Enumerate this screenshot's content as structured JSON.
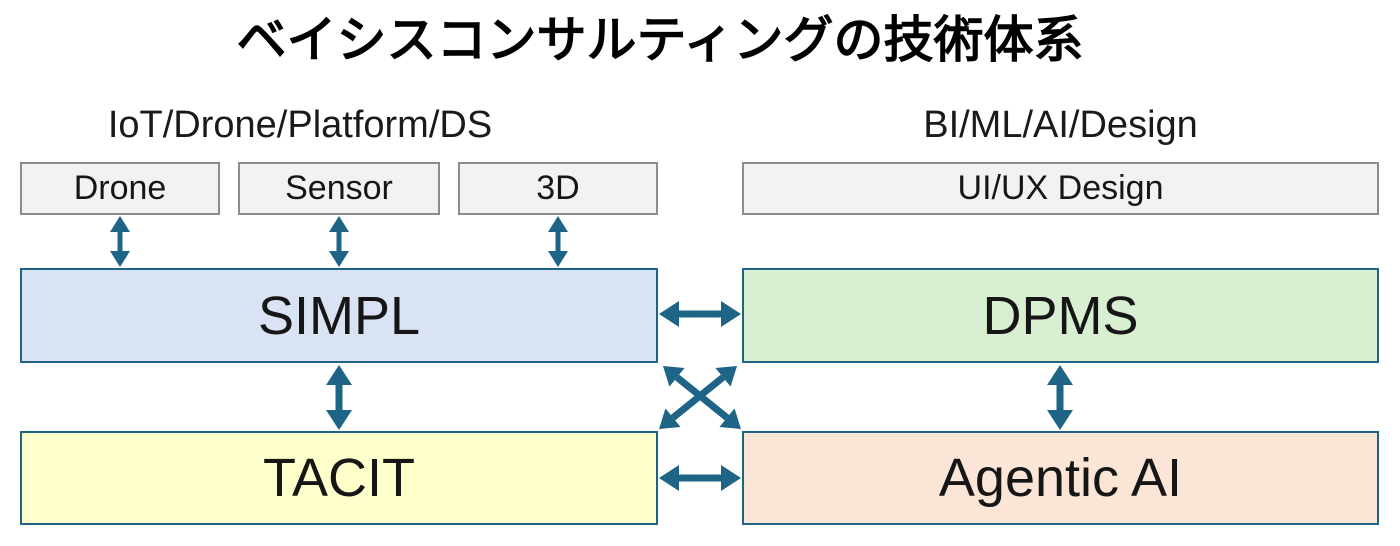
{
  "diagram": {
    "title": "ベイシスコンサルティングの技術体系",
    "groups": {
      "left": {
        "label": "IoT/Drone/Platform/DS",
        "modules": [
          "Drone",
          "Sensor",
          "3D"
        ]
      },
      "right": {
        "label": "BI/ML/AI/Design",
        "modules": [
          "UI/UX Design"
        ]
      }
    },
    "platforms": [
      {
        "id": "simpl",
        "label": "SIMPL",
        "fill": "#dae3f3"
      },
      {
        "id": "dpms",
        "label": "DPMS",
        "fill": "#d9efd2"
      },
      {
        "id": "tacit",
        "label": "TACIT",
        "fill": "#ffffcc"
      },
      {
        "id": "agentic-ai",
        "label": "Agentic AI",
        "fill": "#fbe5d6"
      }
    ],
    "connections": [
      {
        "from": "Drone",
        "to": "SIMPL",
        "bidirectional": true
      },
      {
        "from": "Sensor",
        "to": "SIMPL",
        "bidirectional": true
      },
      {
        "from": "3D",
        "to": "SIMPL",
        "bidirectional": true
      },
      {
        "from": "SIMPL",
        "to": "DPMS",
        "bidirectional": true
      },
      {
        "from": "SIMPL",
        "to": "TACIT",
        "bidirectional": true
      },
      {
        "from": "DPMS",
        "to": "Agentic AI",
        "bidirectional": true
      },
      {
        "from": "TACIT",
        "to": "Agentic AI",
        "bidirectional": true
      },
      {
        "from": "SIMPL",
        "to": "Agentic AI",
        "bidirectional": true
      },
      {
        "from": "DPMS",
        "to": "TACIT",
        "bidirectional": true
      }
    ],
    "colors": {
      "arrow": "#1e6486",
      "platform_border": "#1e6486",
      "module_fill": "#f2f2f2",
      "module_border": "#8c8c8c",
      "text": "#111111",
      "background": "#ffffff"
    }
  }
}
